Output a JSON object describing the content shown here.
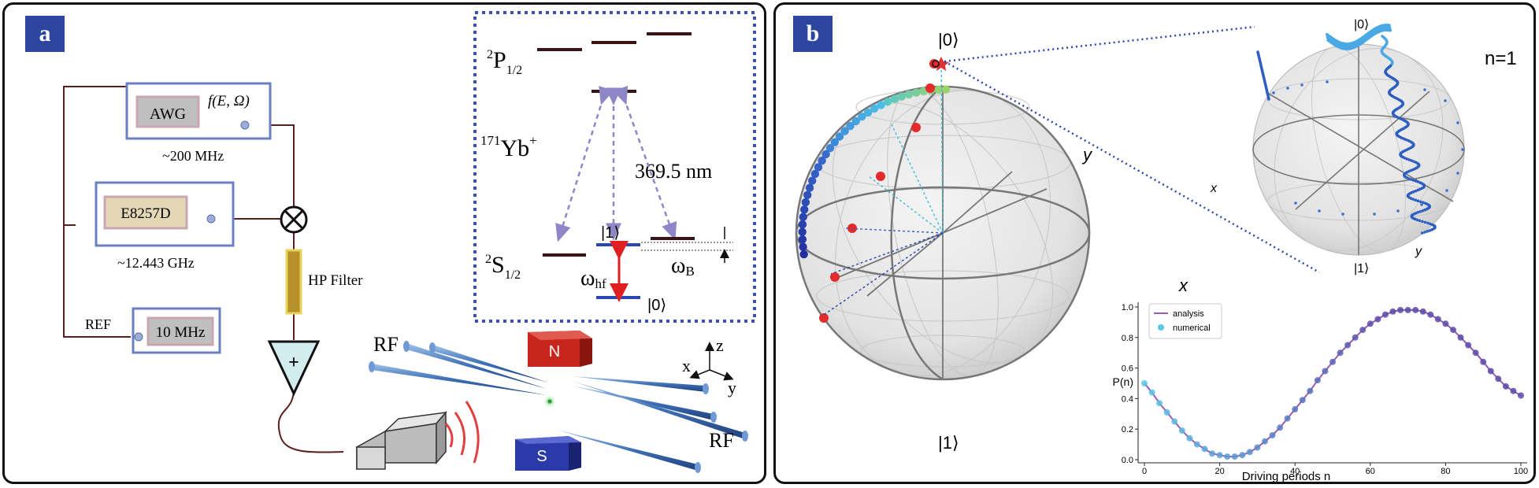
{
  "panel_a": {
    "label": "a",
    "awg": "AWG",
    "fe": "f(E, Ω)",
    "awg_freq": "~200 MHz",
    "e8257d": "E8257D",
    "e_freq": "~12.443 GHz",
    "ref": "REF",
    "ten_mhz": "10 MHz",
    "hp_filter": "HP Filter",
    "plus": "+",
    "p_level": "P",
    "p_sup": "2",
    "p_sub": "1/2",
    "s_level": "S",
    "s_sup": "2",
    "s_sub": "1/2",
    "isotope_sup": "171",
    "isotope": "Yb",
    "ion_sup": "+",
    "wavelength": "369.5 nm",
    "ket1": "|1⟩",
    "ket0": "|0⟩",
    "omega_hf": "ω",
    "omega_hf_sub": "hf",
    "omega_b": "ω",
    "omega_b_sub": "B",
    "rf1": "RF",
    "rf2": "RF",
    "magnet_n": "N",
    "magnet_s": "S",
    "axis_x": "x",
    "axis_y": "y",
    "axis_z": "z"
  },
  "panel_b": {
    "label": "b",
    "ket0": "|0⟩",
    "ket1": "|1⟩",
    "y_label": "y",
    "x_label": "x",
    "small_ket0": "|0⟩",
    "small_ket1": "|1⟩",
    "small_x": "x",
    "small_y": "y",
    "n_label": "n=1"
  },
  "colors": {
    "badge": "#2c46a0",
    "box_border": "#6a7fc4",
    "level": "#3a1414",
    "arrow_dashed": "#8f86c8",
    "red_arrow": "#e02020",
    "magnet_n": "#c8251c",
    "magnet_s": "#2a3aa8",
    "analysis": "#9b59b6",
    "numerical": "#5bc8e8"
  },
  "chart_data": {
    "type": "line",
    "xlabel": "Driving periods n",
    "ylabel": "P(n)",
    "xlim": [
      0,
      100
    ],
    "ylim": [
      0,
      1.0
    ],
    "xticks": [
      0,
      20,
      40,
      60,
      80,
      100
    ],
    "yticks": [
      0.0,
      0.2,
      0.4,
      0.6,
      0.8,
      1.0
    ],
    "legend_position": "top-left",
    "series": [
      {
        "name": "analysis",
        "x": [
          0,
          2,
          4,
          6,
          8,
          10,
          12,
          14,
          16,
          18,
          20,
          22,
          24,
          26,
          28,
          30,
          32,
          34,
          36,
          38,
          40,
          42,
          44,
          46,
          48,
          50,
          52,
          54,
          56,
          58,
          60,
          62,
          64,
          66,
          68,
          70,
          72,
          74,
          76,
          78,
          80,
          82,
          84,
          86,
          88,
          90,
          92,
          94,
          96,
          98,
          100
        ],
        "y": [
          0.5,
          0.44,
          0.37,
          0.31,
          0.25,
          0.19,
          0.14,
          0.1,
          0.07,
          0.04,
          0.03,
          0.02,
          0.02,
          0.03,
          0.05,
          0.08,
          0.12,
          0.16,
          0.21,
          0.27,
          0.33,
          0.39,
          0.45,
          0.52,
          0.58,
          0.64,
          0.7,
          0.75,
          0.8,
          0.85,
          0.89,
          0.92,
          0.95,
          0.97,
          0.98,
          0.98,
          0.98,
          0.97,
          0.95,
          0.92,
          0.89,
          0.85,
          0.8,
          0.75,
          0.7,
          0.64,
          0.58,
          0.53,
          0.48,
          0.45,
          0.42
        ]
      },
      {
        "name": "numerical",
        "x": [
          0,
          2,
          4,
          6,
          8,
          10,
          12,
          14,
          16,
          18,
          20,
          22,
          24,
          26,
          28,
          30,
          32,
          34,
          36,
          38,
          40,
          42,
          44,
          46,
          48,
          50,
          52,
          54,
          56,
          58,
          60,
          62,
          64,
          66,
          68,
          70,
          72,
          74,
          76,
          78,
          80,
          82,
          84,
          86,
          88,
          90,
          92,
          94,
          96,
          98,
          100
        ],
        "y": [
          0.5,
          0.44,
          0.37,
          0.31,
          0.25,
          0.19,
          0.14,
          0.1,
          0.07,
          0.04,
          0.03,
          0.02,
          0.02,
          0.03,
          0.05,
          0.08,
          0.12,
          0.16,
          0.21,
          0.27,
          0.33,
          0.39,
          0.45,
          0.52,
          0.58,
          0.64,
          0.7,
          0.75,
          0.8,
          0.85,
          0.89,
          0.92,
          0.95,
          0.97,
          0.98,
          0.98,
          0.98,
          0.97,
          0.95,
          0.92,
          0.89,
          0.85,
          0.8,
          0.75,
          0.7,
          0.64,
          0.58,
          0.53,
          0.48,
          0.45,
          0.42
        ]
      }
    ]
  }
}
